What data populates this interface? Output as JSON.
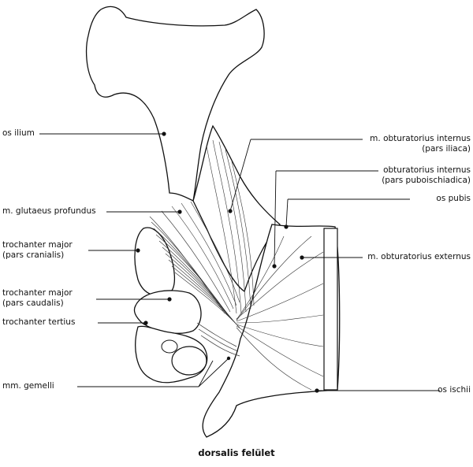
{
  "caption": "dorsalis felület",
  "labels": {
    "os_ilium": "os ilium",
    "glutaeus_profundus": "m. glutaeus profundus",
    "trochanter_major_cran_1": "trochanter major",
    "trochanter_major_cran_2": "(pars cranialis)",
    "trochanter_major_caud_1": "trochanter major",
    "trochanter_major_caud_2": "(pars caudalis)",
    "trochanter_tertius": "trochanter tertius",
    "gemelli": "mm. gemelli",
    "obt_int_iliaca_1": "m. obturatorius internus",
    "obt_int_iliaca_2": "(pars iliaca)",
    "obt_int_pubo_1": "obturatorius internus",
    "obt_int_pubo_2": "(pars puboischiadica)",
    "os_pubis": "os pubis",
    "obt_externus": "m. obturatorius externus",
    "os_ischii": "os ischii"
  },
  "colors": {
    "line": "#111111",
    "bone_fill": "#ffffff",
    "stipple": "#222222"
  }
}
